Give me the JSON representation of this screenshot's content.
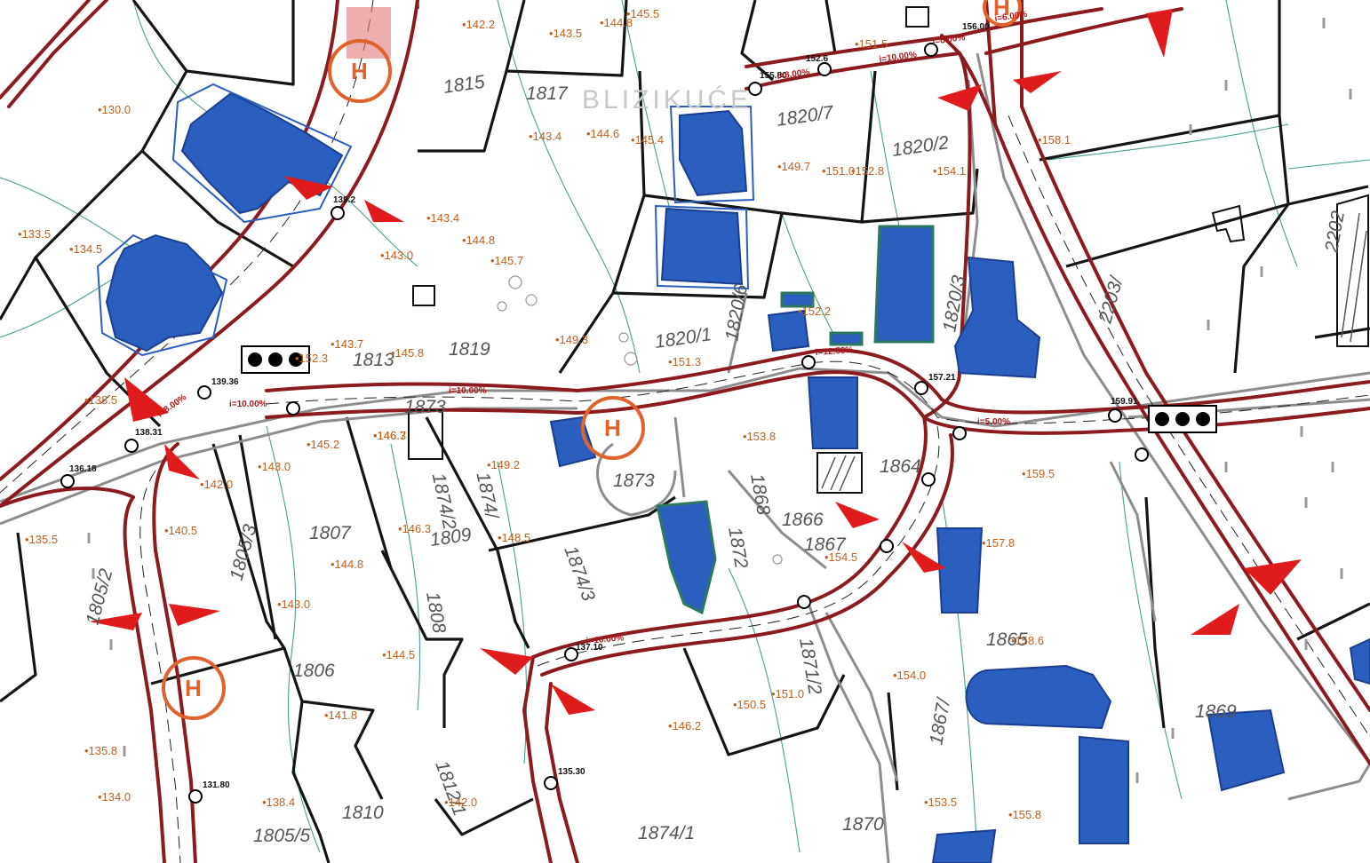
{
  "map": {
    "place_name": "BLIZIKUĆE",
    "parcels": [
      "1815",
      "1817",
      "1820/7",
      "1820/2",
      "1820/1",
      "1819",
      "1813",
      "1805/3",
      "1807",
      "1809",
      "1874/2",
      "1874/",
      "1873",
      "1864",
      "1868",
      "1872",
      "1874/3",
      "1808",
      "1806",
      "1805/2",
      "1812/1",
      "1810",
      "1805/5",
      "1874/1",
      "1871/2",
      "1867/",
      "1866",
      "1867",
      "1869",
      "1870",
      "1865",
      "2203/",
      "2202",
      "1820/6",
      "1820/3",
      "1873"
    ],
    "elevations": [
      "•142.2",
      "•143.5",
      "•144.8",
      "•145.5",
      "•130.0",
      "•143.4",
      "•144.6",
      "•145.4",
      "•133.5",
      "•134.5",
      "•143.4",
      "•144.8",
      "•145.7",
      "•143.0",
      "•149.7",
      "•151.0",
      "•152.8",
      "•154.1",
      "•138.5",
      "•143.7",
      "•145.8",
      "•146.3",
      "•149.3",
      "•151.3",
      "•145.2",
      "•146.7",
      "•149.2",
      "•143.0",
      "•142.0",
      "•140.5",
      "•135.5",
      "•144.8",
      "•146.3",
      "•148.5",
      "•143.0",
      "•144.5",
      "•141.8",
      "•135.8",
      "•134.0",
      "•138.4",
      "•142.0",
      "•146.2",
      "•150.5",
      "•151.0",
      "•154.0",
      "•153.5",
      "•155.8",
      "•157.8",
      "•158.6",
      "•159.5",
      "•158.1",
      "•151.5",
      "•152.3",
      "•154.5",
      "•153.8",
      "•152.2"
    ],
    "spot_heights": [
      "139.36",
      "138.31",
      "136.18",
      "139.2",
      "152.6",
      "155.80",
      "156.00",
      "159.91",
      "157.21",
      "137.10",
      "135.30",
      "131.80"
    ],
    "grades": [
      "i=10.00%",
      "i=8.00%",
      "i=6.00%",
      "i=10.00%",
      "i=12.58%",
      "i=10.00%",
      "i=5.00%",
      "i=8.00%",
      "i=10.00%",
      "i=6.00%"
    ],
    "hydrants": [
      "H",
      "H",
      "H",
      "H"
    ],
    "legend_symbols": [
      "bench-marker",
      "bench-marker"
    ]
  }
}
